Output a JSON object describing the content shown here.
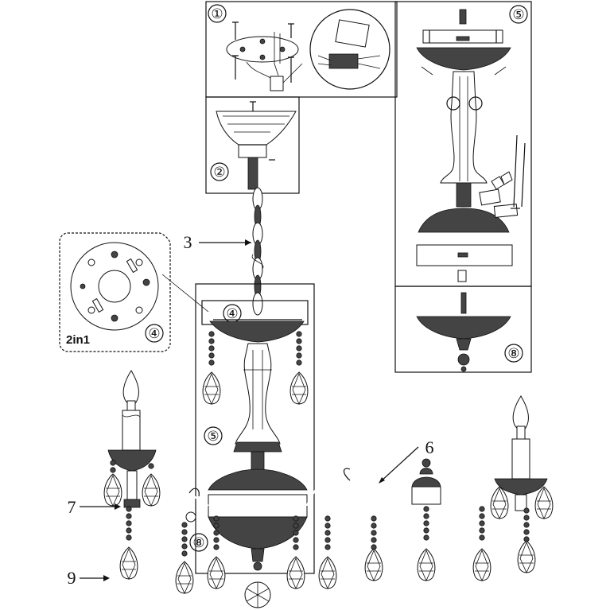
{
  "callouts": {
    "c1": "①",
    "c2": "②",
    "c4_main": "④",
    "c4_detail": "④",
    "c5_top": "⑤",
    "c5_main": "⑤",
    "c6": "6",
    "c7": "7",
    "c3": "3",
    "c8_top": "⑧",
    "c8_main": "⑧",
    "c9": "9"
  },
  "detail_label": "2in1"
}
